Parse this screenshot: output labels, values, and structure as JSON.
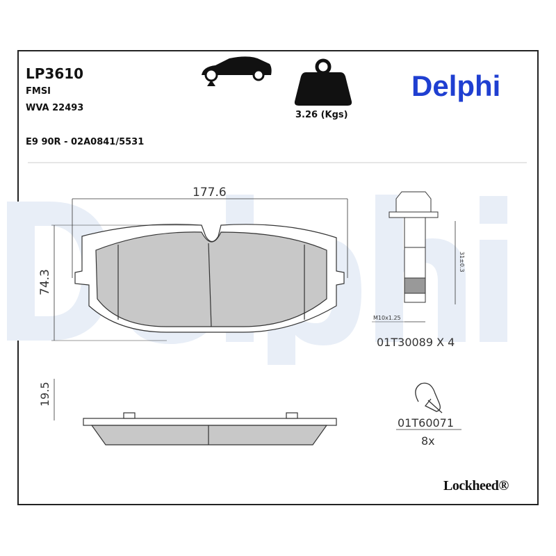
{
  "header": {
    "part_number": "LP3610",
    "fmsi_label": "FMSI",
    "wva": "WVA 22493",
    "approval": "E9 90R - 02A0841/5531",
    "weight": "3.26 (Kgs)",
    "axle_icon": "car-front-axle-icon",
    "weight_icon": "weight-icon"
  },
  "brand": {
    "name": "Delphi",
    "color": "#1f3fd1",
    "watermark": "Delphi",
    "sub_brand": "Lockheed®"
  },
  "drawing": {
    "width_dim": "177.6",
    "height_dim": "74.3",
    "thickness_dim": "19.5",
    "bolt_length": "31±0.3",
    "bolt_thread": "M10x1.25",
    "bolt_part": "01T30089 X 4",
    "clip_part": "01T60071",
    "clip_qty": "8x"
  }
}
